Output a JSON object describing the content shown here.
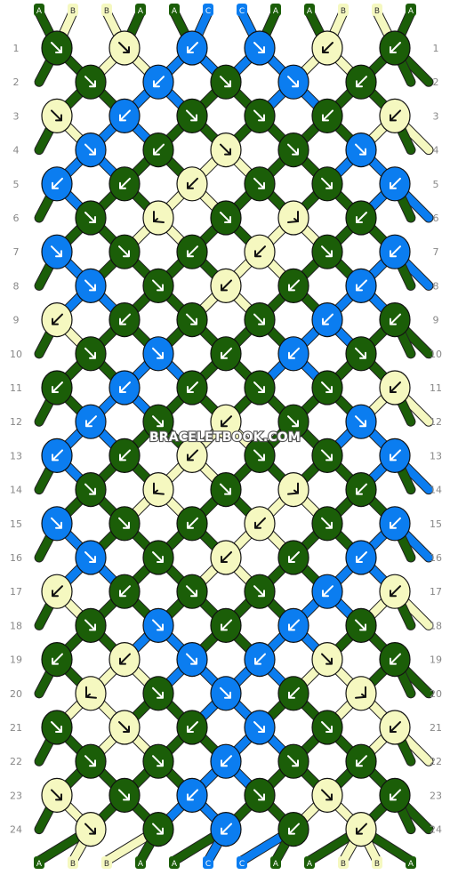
{
  "watermark": "BRACELETBOOK.COM",
  "colors": {
    "A": "#1b5e08",
    "B": "#f5f8c0",
    "C": "#0b7df0"
  },
  "strands_top": [
    "A",
    "B",
    "B",
    "A",
    "A",
    "C",
    "C",
    "A",
    "A",
    "B",
    "B",
    "A"
  ],
  "strands_bottom": [
    "A",
    "B",
    "B",
    "A",
    "A",
    "C",
    "C",
    "A",
    "A",
    "B",
    "B",
    "A"
  ],
  "row_labels": [
    "1",
    "2",
    "3",
    "4",
    "5",
    "6",
    "7",
    "8",
    "9",
    "10",
    "11",
    "12",
    "13",
    "14",
    "15",
    "16",
    "17",
    "18",
    "19",
    "20",
    "21",
    "22",
    "23",
    "24"
  ],
  "knots": [
    [
      "A:dr",
      "B:dr",
      "C:dl",
      "C:dr",
      "B:dl",
      "A:dl"
    ],
    [
      "A:dr",
      "C:dl",
      "A:dr",
      "C:dr",
      "A:dl"
    ],
    [
      "B:dr",
      "C:dl",
      "A:dr",
      "A:dr",
      "A:dl",
      "B:dl"
    ],
    [
      "C:dr",
      "A:dl",
      "B:dr",
      "A:dr",
      "C:dr"
    ],
    [
      "C:dl",
      "A:dl",
      "B:dl",
      "A:dr",
      "A:dr",
      "C:dl"
    ],
    [
      "A:dr",
      "B:ld",
      "A:rr",
      "B:rd",
      "A:dl"
    ],
    [
      "C:dr",
      "A:dr",
      "A:dl",
      "B:dl",
      "A:dr",
      "C:dl"
    ],
    [
      "C:dr",
      "A:dr",
      "B:dl",
      "A:dl",
      "C:dl"
    ],
    [
      "B:dl",
      "A:dl",
      "A:dr",
      "A:dr",
      "C:dl",
      "A:dl"
    ],
    [
      "A:dr",
      "C:dr",
      "A:dl",
      "C:dl",
      "A:dr"
    ],
    [
      "A:dl",
      "C:dl",
      "A:dl",
      "A:dr",
      "A:dr",
      "B:dl"
    ],
    [
      "C:dl",
      "A:dr",
      "B:dl",
      "A:dr",
      "C:dr"
    ],
    [
      "C:dl",
      "A:dl",
      "B:dl",
      "A:dr",
      "A:dr",
      "C:dl"
    ],
    [
      "A:dr",
      "B:ld",
      "A:rr",
      "B:rd",
      "A:dl"
    ],
    [
      "C:dr",
      "A:dr",
      "A:dl",
      "B:dl",
      "A:dr",
      "C:dl"
    ],
    [
      "C:dr",
      "A:dr",
      "B:dl",
      "A:dl",
      "C:dl"
    ],
    [
      "B:dl",
      "A:dl",
      "A:dr",
      "A:dr",
      "C:dl",
      "B:dl"
    ],
    [
      "A:dr",
      "C:dr",
      "A:dl",
      "C:dl",
      "A:dr"
    ],
    [
      "A:dl",
      "B:dl",
      "C:dr",
      "C:dl",
      "B:dr",
      "A:dl"
    ],
    [
      "B:ld",
      "A:dr",
      "C:dr",
      "A:dl",
      "B:rd"
    ],
    [
      "A:dr",
      "B:dr",
      "A:dl",
      "C:dr",
      "A:dr",
      "B:dl"
    ],
    [
      "A:dr",
      "A:dr",
      "C:dl",
      "A:dr",
      "A:dl"
    ],
    [
      "B:dr",
      "A:dr",
      "C:dl",
      "A:dr",
      "B:dr",
      "A:dl"
    ],
    [
      "B:dr",
      "A:dr",
      "C:dl",
      "A:dl",
      "B:dl"
    ]
  ]
}
